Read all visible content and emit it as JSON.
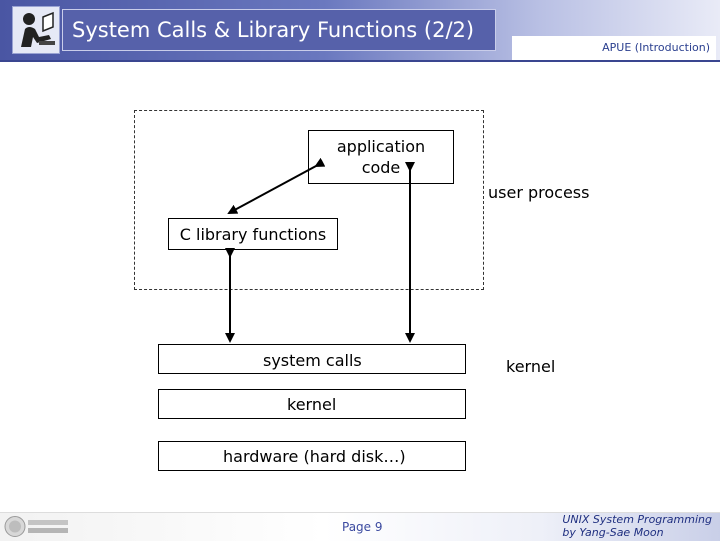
{
  "header": {
    "title": "System Calls & Library Functions (2/2)",
    "subtitle": "APUE (Introduction)"
  },
  "diagram": {
    "application_code": "application\ncode",
    "user_process_label": "user process",
    "c_library": "C library functions",
    "system_calls": "system calls",
    "kernel_side_label": "kernel",
    "kernel_box": "kernel",
    "hardware_box": "hardware (hard disk…)"
  },
  "footer": {
    "page": "Page 9",
    "course_line1": "UNIX System Programming",
    "course_line2": "by Yang-Sae Moon"
  },
  "colors": {
    "header_blue": "#4a56a3",
    "footer_text": "#1f2f80"
  }
}
